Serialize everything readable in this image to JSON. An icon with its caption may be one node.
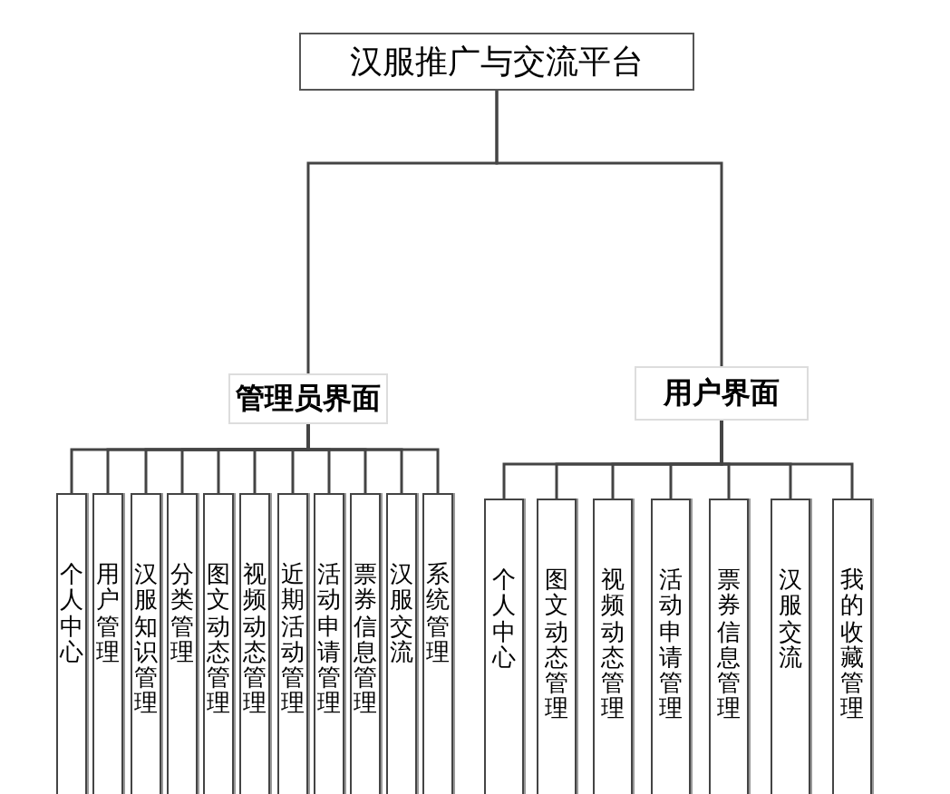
{
  "diagram": {
    "nodes": [
      {
        "text": [
          "汉服推广与交流平台"
        ]
      },
      {
        "text": [
          "管理员界面"
        ]
      },
      {
        "text": [
          "个人中心"
        ]
      },
      {
        "text": [
          "用户管理"
        ]
      },
      {
        "text": [
          "汉服知识管理"
        ]
      },
      {
        "text": [
          "分类管理"
        ]
      },
      {
        "text": [
          "图文动态管理"
        ]
      },
      {
        "text": [
          "视频动态管理"
        ]
      },
      {
        "text": [
          "近期活动管理"
        ]
      },
      {
        "text": [
          "活动申请管理"
        ]
      },
      {
        "text": [
          "票券信息管理"
        ]
      },
      {
        "text": [
          "汉服交流"
        ]
      },
      {
        "text": [
          "系统管理"
        ]
      },
      {
        "text": [
          "用户界面"
        ]
      },
      {
        "text": [
          "个人中心"
        ]
      },
      {
        "text": [
          "图文动态管理"
        ]
      },
      {
        "text": [
          "视频动态管理"
        ]
      },
      {
        "text": [
          "活动申请管理"
        ]
      },
      {
        "text": [
          "票券信息管理"
        ]
      },
      {
        "text": [
          "汉服交流"
        ]
      },
      {
        "text": [
          "我的收藏管理"
        ]
      }
    ],
    "edges": [
      {
        "from": 0,
        "to": 1,
        "arrow": "none"
      },
      {
        "from": 0,
        "to": 13,
        "arrow": "none"
      },
      {
        "from": 1,
        "to": 2,
        "arrow": "none"
      },
      {
        "from": 1,
        "to": 3,
        "arrow": "none"
      },
      {
        "from": 1,
        "to": 4,
        "arrow": "none"
      },
      {
        "from": 1,
        "to": 5,
        "arrow": "none"
      },
      {
        "from": 1,
        "to": 6,
        "arrow": "none"
      },
      {
        "from": 1,
        "to": 7,
        "arrow": "none"
      },
      {
        "from": 1,
        "to": 8,
        "arrow": "none"
      },
      {
        "from": 1,
        "to": 9,
        "arrow": "none"
      },
      {
        "from": 1,
        "to": 10,
        "arrow": "none"
      },
      {
        "from": 1,
        "to": 11,
        "arrow": "none"
      },
      {
        "from": 1,
        "to": 12,
        "arrow": "none"
      },
      {
        "from": 13,
        "to": 14,
        "arrow": "none"
      },
      {
        "from": 13,
        "to": 15,
        "arrow": "none"
      },
      {
        "from": 13,
        "to": 16,
        "arrow": "none"
      },
      {
        "from": 13,
        "to": 17,
        "arrow": "none"
      },
      {
        "from": 13,
        "to": 18,
        "arrow": "none"
      },
      {
        "from": 13,
        "to": 19,
        "arrow": "none"
      },
      {
        "from": 13,
        "to": 20,
        "arrow": "none"
      }
    ]
  }
}
